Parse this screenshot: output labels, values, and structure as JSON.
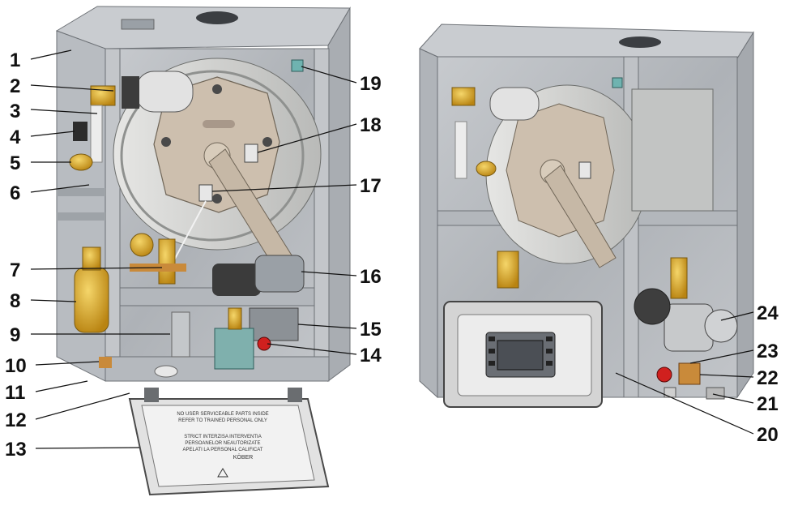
{
  "labels_left": [
    "1",
    "2",
    "3",
    "4",
    "5",
    "6",
    "7",
    "8",
    "9",
    "10",
    "11",
    "12",
    "13"
  ],
  "labels_right_of_left_unit": [
    "19",
    "18",
    "17",
    "16",
    "15",
    "14"
  ],
  "labels_right_unit": [
    "24",
    "23",
    "22",
    "21",
    "20"
  ],
  "plate_text": {
    "line1": "NO USER SERVICEABLE PARTS INSIDE",
    "line2": "REFER TO TRAINED PERSONAL ONLY",
    "line3": "STRICT INTERZISA INTERVENTIA",
    "line4": "PERSOANELOR NEAUTORIZATE",
    "line5": "APELATI LA PERSONAL CALIFICAT",
    "brand": "KÖBER"
  },
  "colors": {
    "casing": "#b9bcc0",
    "casing_dark": "#8e9297",
    "drum": "#d2d3d1",
    "burner_plate": "#cdbfae",
    "brass": "#d9a520",
    "copper": "#c98a3a",
    "teal": "#6fb3b0",
    "control_panel": "#cfcfcf",
    "screen": "#4b4f55",
    "red": "#d0201e"
  }
}
